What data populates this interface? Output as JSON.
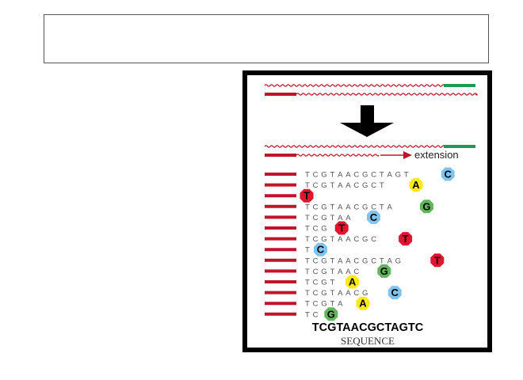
{
  "slide": {
    "title": ""
  },
  "figure": {
    "extension_label": "extension",
    "sequence_result": "TCGTAACGCTAGTC",
    "sequence_caption": "SEQUENCE",
    "colors": {
      "template_green": "#1b9a5a",
      "primer_red": "#c0142b",
      "wavy_red": "#c0142b",
      "wavy_green": "#1b9a5a",
      "arrow_black": "#000000",
      "text_gray": "#555555",
      "base_T": "#e0162e",
      "base_A": "#ffe81a",
      "base_G": "#62b55a",
      "base_C": "#7fc4f0"
    },
    "fragments": [
      {
        "letters": "TCGTAACGCTAGT",
        "terminal": "C"
      },
      {
        "letters": "TCGTAACGCT",
        "terminal": "A"
      },
      {
        "letters": "",
        "terminal": "T"
      },
      {
        "letters": "TCGTAACGCTA",
        "terminal": "G"
      },
      {
        "letters": "TCGTAA",
        "terminal": "C"
      },
      {
        "letters": "TCG",
        "terminal": "T"
      },
      {
        "letters": "TCGTAACGC",
        "terminal": "T"
      },
      {
        "letters": "T",
        "terminal": "C"
      },
      {
        "letters": "TCGTAACGCTAG",
        "terminal": "T"
      },
      {
        "letters": "TCGTAAC",
        "terminal": "G"
      },
      {
        "letters": "TCGT",
        "terminal": "A"
      },
      {
        "letters": "TCGTAACG",
        "terminal": "C"
      },
      {
        "letters": "TCGTA",
        "terminal": "A"
      },
      {
        "letters": "TC",
        "terminal": "G"
      }
    ]
  }
}
